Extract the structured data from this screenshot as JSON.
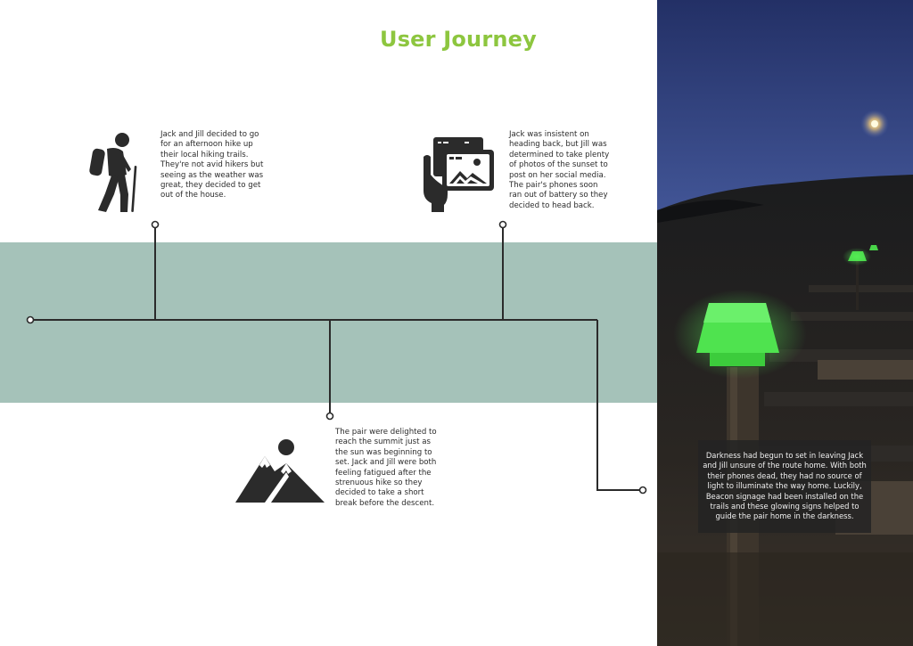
{
  "page": {
    "title": "User Journey",
    "accent_color": "#8dc63f",
    "band_color": "#a5c2b9"
  },
  "steps": [
    {
      "icon": "hiker-icon",
      "text": "Jack and Jill decided to go for an afternoon hike up their local hiking trails. They're not avid hikers but seeing as the weather was great, they decided to get out of the house."
    },
    {
      "icon": "mountains-sun-icon",
      "text": "The pair were delighted to reach the summit just as the sun was beginning to set. Jack and Jill were both feeling fatigued after the strenuous hike so they decided to take a short break before the descent."
    },
    {
      "icon": "hand-photo-tablet-icon",
      "text": "Jack was insistent on heading back, but Jill was determined to take plenty of photos of the sunset to post on her social media. The pair's phones soon ran out of battery so they decided to head back."
    },
    {
      "icon": "glowing-trail-sign-photo",
      "text": "Darkness had begun to set in leaving Jack and Jill unsure of the route home. With both their phones dead, they had no source of light to illuminate the way home. Luckily, Beacon signage had been installed on the trails and these glowing signs helped to guide the pair home in the darkness."
    }
  ]
}
